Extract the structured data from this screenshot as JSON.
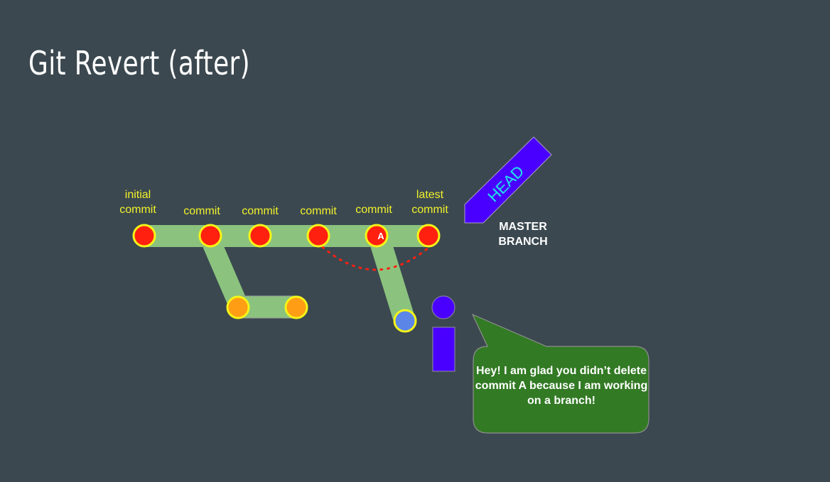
{
  "slide": {
    "title": "Git Revert (after)"
  },
  "commits": {
    "main": [
      {
        "label": "initial\ncommit",
        "line1": "initial",
        "line2": "commit",
        "marker": ""
      },
      {
        "label": "commit",
        "line1": "",
        "line2": "commit",
        "marker": ""
      },
      {
        "label": "commit",
        "line1": "",
        "line2": "commit",
        "marker": ""
      },
      {
        "label": "commit",
        "line1": "",
        "line2": "commit",
        "marker": ""
      },
      {
        "label": "commit",
        "line1": "",
        "line2": "commit",
        "marker": "A"
      },
      {
        "label": "latest\ncommit",
        "line1": "latest",
        "line2": "commit",
        "marker": ""
      }
    ],
    "feature_branch_count": 2,
    "user_branch_count": 1
  },
  "head": {
    "label": "HEAD"
  },
  "branch": {
    "line1": "MASTER",
    "line2": "BRANCH"
  },
  "speech_bubble": {
    "text": "Hey! I am glad you didn’t delete commit A because I am working on a branch!"
  },
  "colors": {
    "background": "#3b4850",
    "track": "#8bc37e",
    "main_commit": "#ff2010",
    "commit_outline": "#f5f518",
    "feature_commit": "#ff9d14",
    "user_branch_commit": "#5b86e8",
    "head_arrow": "#4a00ff",
    "head_text": "#1ee8e8",
    "label_text": "#f2f22a",
    "person": "#4a00ff",
    "bubble": "#327a24",
    "revert_dots": "#ff2010"
  }
}
